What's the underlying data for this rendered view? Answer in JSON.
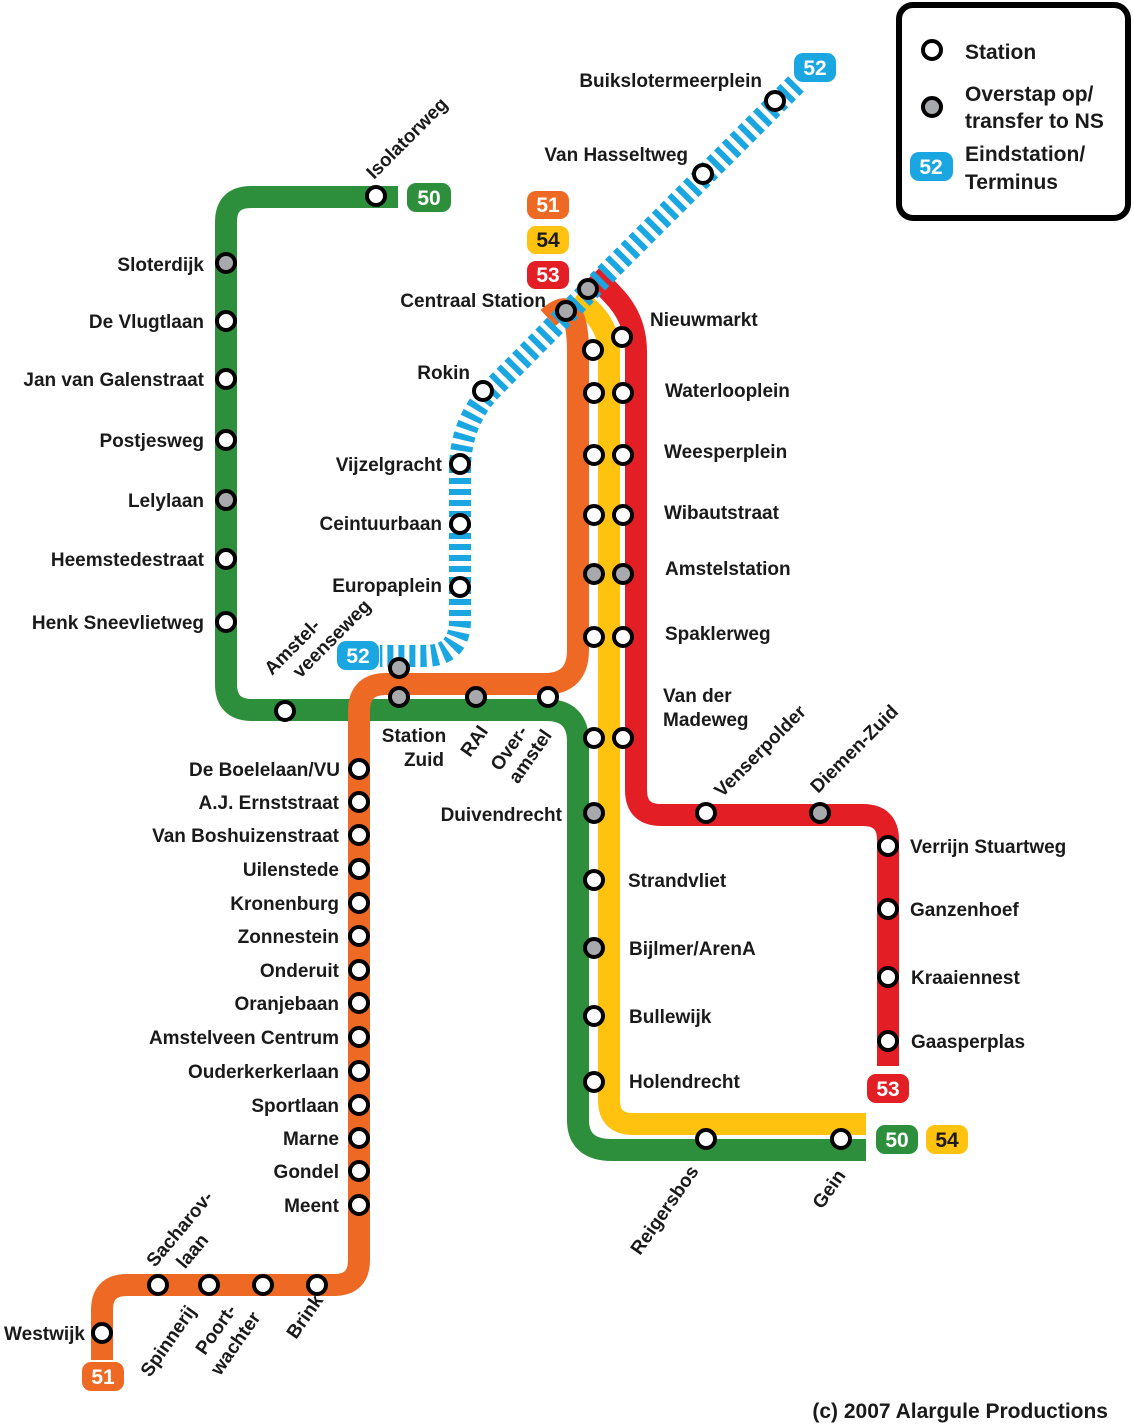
{
  "colors": {
    "line50": "#2d8f3c",
    "line51": "#ee6a24",
    "line52": "#1aa7e1",
    "line53": "#e31e24",
    "line54": "#ffc20e",
    "station_fill": "#ffffff",
    "transfer_fill": "#a7a9ac",
    "stroke": "#000000"
  },
  "legend": {
    "station": "Station",
    "transfer_line1": "Overstap op/",
    "transfer_line2": "transfer to NS",
    "terminus_badge": "52",
    "terminus_line1": "Eindstation/",
    "terminus_line2": "Terminus"
  },
  "lines": {
    "l50": "50",
    "l51": "51",
    "l52": "52",
    "l53": "53",
    "l54": "54"
  },
  "stations": {
    "isolatorweg": "Isolatorweg",
    "sloterdijk": "Sloterdijk",
    "de_vlugtlaan": "De Vlugtlaan",
    "jan_van_galenstraat": "Jan van Galenstraat",
    "postjesweg": "Postjesweg",
    "lelylaan": "Lelylaan",
    "heemstedestraat": "Heemstedestraat",
    "henk_sneevlietweg": "Henk Sneevlietweg",
    "amstelveenseweg_1": "Amstel-",
    "amstelveenseweg_2": "veenseweg",
    "station_zuid_1": "Station",
    "station_zuid_2": "Zuid",
    "rai": "RAI",
    "overamstel_1": "Over-",
    "overamstel_2": "amstel",
    "buikslotermeerplein": "Buikslotermeerplein",
    "van_hasseltweg": "Van Hasseltweg",
    "centraal_station": "Centraal Station",
    "nieuwmarkt": "Nieuwmarkt",
    "rokin": "Rokin",
    "vijzelgracht": "Vijzelgracht",
    "ceintuurbaan": "Ceintuurbaan",
    "europaplein": "Europaplein",
    "waterlooplein": "Waterlooplein",
    "weesperplein": "Weesperplein",
    "wibautstraat": "Wibautstraat",
    "amstelstation": "Amstelstation",
    "spaklerweg": "Spaklerweg",
    "van_der_madeweg_1": "Van der",
    "van_der_madeweg_2": "Madeweg",
    "duivendrecht": "Duivendrecht",
    "strandvliet": "Strandvliet",
    "bijlmer_arena": "Bijlmer/ArenA",
    "bullewijk": "Bullewijk",
    "holendrecht": "Holendrecht",
    "reigersbos": "Reigersbos",
    "gein": "Gein",
    "venserpolder": "Venserpolder",
    "diemen_zuid": "Diemen-Zuid",
    "verrijn_stuartweg": "Verrijn Stuartweg",
    "ganzenhoef": "Ganzenhoef",
    "kraaiennest": "Kraaiennest",
    "gaasperplas": "Gaasperplas",
    "de_boelelaan_vu": "De Boelelaan/VU",
    "aj_ernststraat": "A.J. Ernststraat",
    "van_boshuizenstraat": "Van Boshuizenstraat",
    "uilenstede": "Uilenstede",
    "kronenburg": "Kronenburg",
    "zonnestein": "Zonnestein",
    "onderuit": "Onderuit",
    "oranjebaan": "Oranjebaan",
    "amstelveen_centrum": "Amstelveen Centrum",
    "ouderkerkerlaan": "Ouderkerkerlaan",
    "sportlaan": "Sportlaan",
    "marne": "Marne",
    "gondel": "Gondel",
    "meent": "Meent",
    "sacharovlaan_1": "Sacharov-",
    "sacharovlaan_2": "laan",
    "spinnerij": "Spinnerij",
    "poortwachter_1": "Poort-",
    "poortwachter_2": "wachter",
    "brink": "Brink",
    "westwijk": "Westwijk"
  },
  "copyright": "(c) 2007 Alargule Productions"
}
